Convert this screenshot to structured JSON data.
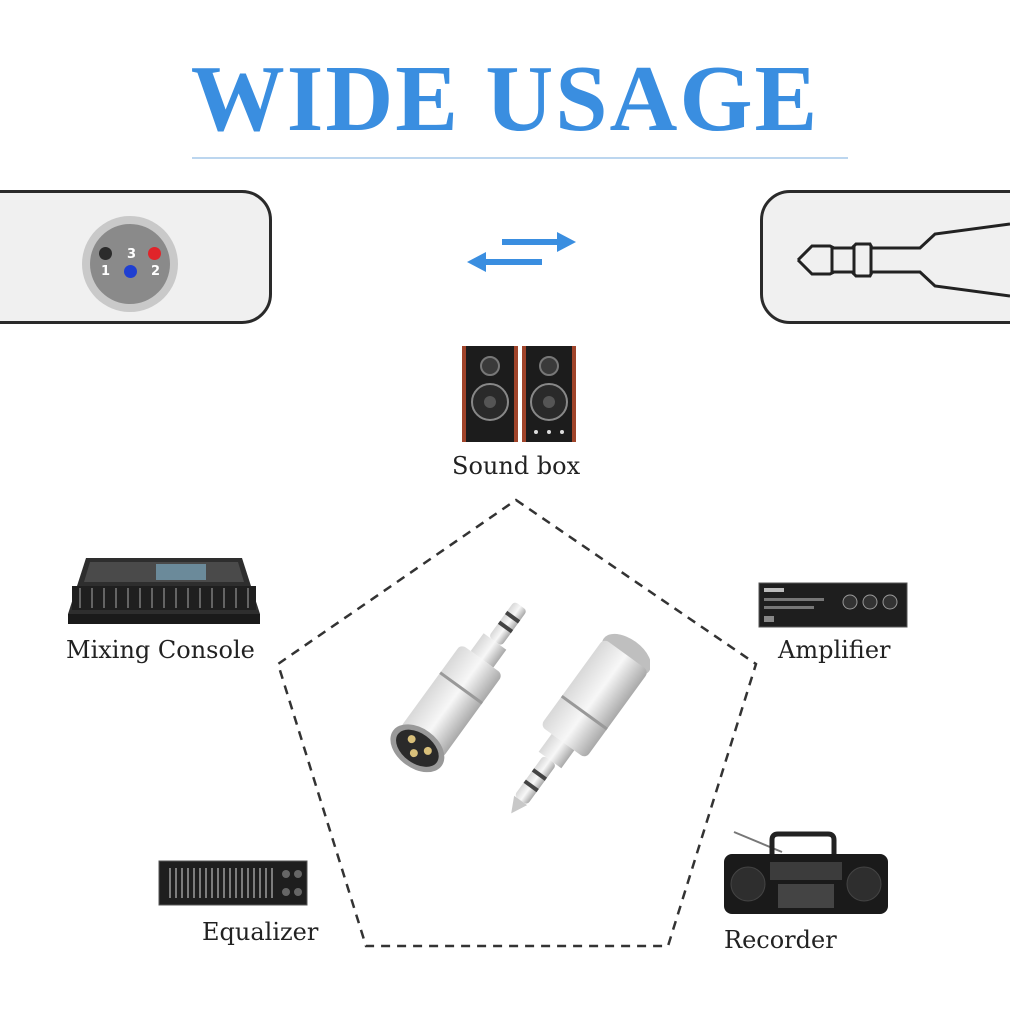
{
  "title": "WIDE USAGE",
  "xlr": {
    "pins": [
      {
        "number": "1",
        "color": "#2b2b2b"
      },
      {
        "number": "2",
        "color": "#1f3fd1"
      },
      {
        "number": "3",
        "color": "#e0242a"
      }
    ]
  },
  "accent_color": "#3a8ee0",
  "icons": {
    "arrows": "bidirectional-arrows-icon",
    "jack": "trs-jack-icon"
  },
  "devices": {
    "sound_box": "Sound box",
    "mixing_console": "Mixing Console",
    "amplifier": "Amplifier",
    "equalizer": "Equalizer",
    "recorder": "Recorder"
  }
}
